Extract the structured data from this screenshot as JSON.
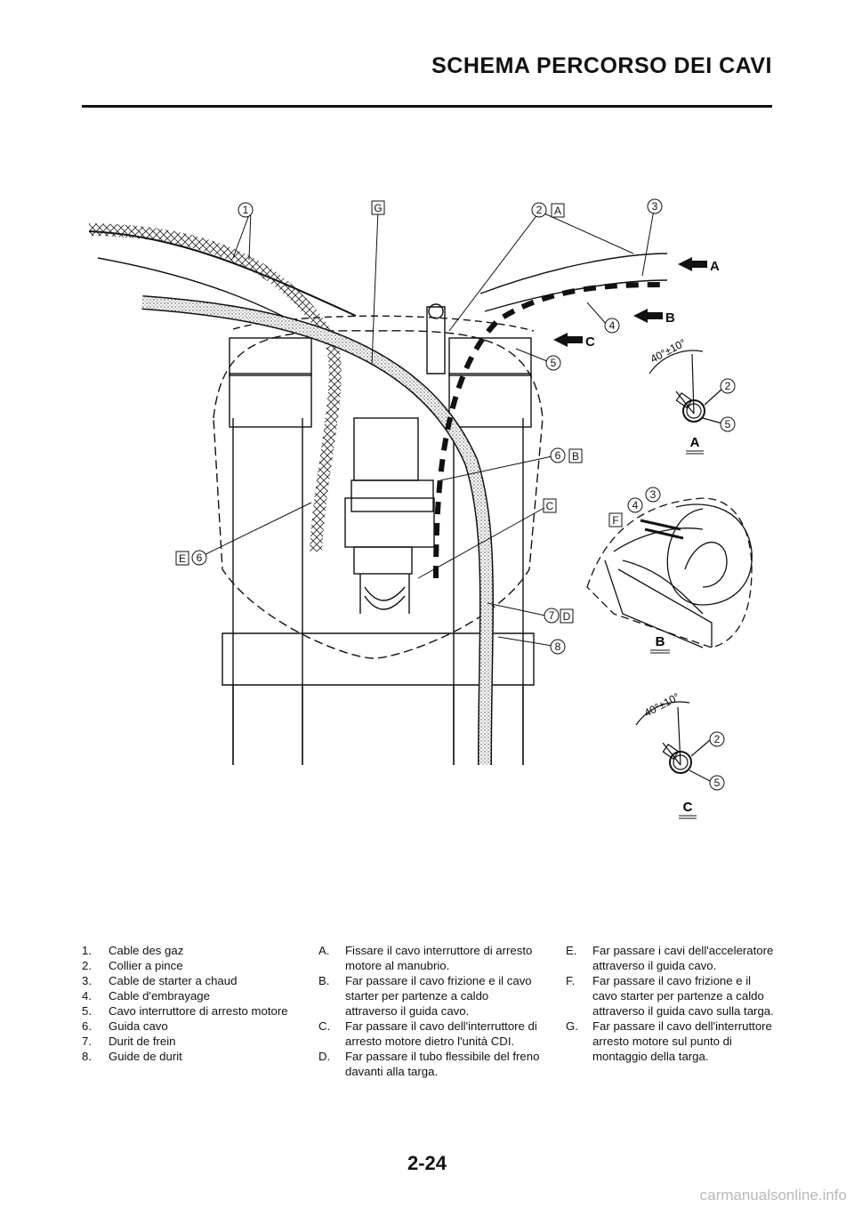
{
  "header": {
    "title": "SCHEMA PERCORSO DEI CAVI"
  },
  "figure": {
    "callouts": [
      "1",
      "2",
      "3",
      "4",
      "5",
      "6",
      "7",
      "8"
    ],
    "letters": [
      "A",
      "B",
      "C",
      "D",
      "E",
      "F",
      "G"
    ],
    "views": [
      "A",
      "B",
      "C"
    ],
    "angle": "40°±10°"
  },
  "legend_numbers": [
    {
      "n": "1.",
      "t": "Cable des gaz"
    },
    {
      "n": "2.",
      "t": "Collier a pince"
    },
    {
      "n": "3.",
      "t": "Cable de starter a chaud"
    },
    {
      "n": "4.",
      "t": "Cable d'embrayage"
    },
    {
      "n": "5.",
      "t": "Cavo interruttore di arresto motore"
    },
    {
      "n": "6.",
      "t": "Guida cavo"
    },
    {
      "n": "7.",
      "t": "Durit de frein"
    },
    {
      "n": "8.",
      "t": "Guide de durit"
    }
  ],
  "legend_letters_1": [
    {
      "n": "A.",
      "t": "Fissare il cavo interruttore di arresto motore al manubrio."
    },
    {
      "n": "B.",
      "t": "Far passare il cavo frizione e il cavo starter per partenze a caldo attraverso il guida cavo."
    },
    {
      "n": "C.",
      "t": "Far passare il cavo dell'interruttore di arresto motore dietro l'unità CDI."
    },
    {
      "n": "D.",
      "t": "Far passare il tubo flessibile del freno davanti alla targa."
    }
  ],
  "legend_letters_2": [
    {
      "n": "E.",
      "t": "Far passare i cavi dell'acceleratore attraverso il guida cavo."
    },
    {
      "n": "F.",
      "t": "Far passare il cavo frizione e il cavo starter per partenze a caldo attraverso il guida cavo sulla targa."
    },
    {
      "n": "G.",
      "t": "Far passare il cavo dell'interruttore arresto motore sul punto di montaggio della targa."
    }
  ],
  "page_number": "2-24",
  "watermark": "carmanualsonline.info"
}
